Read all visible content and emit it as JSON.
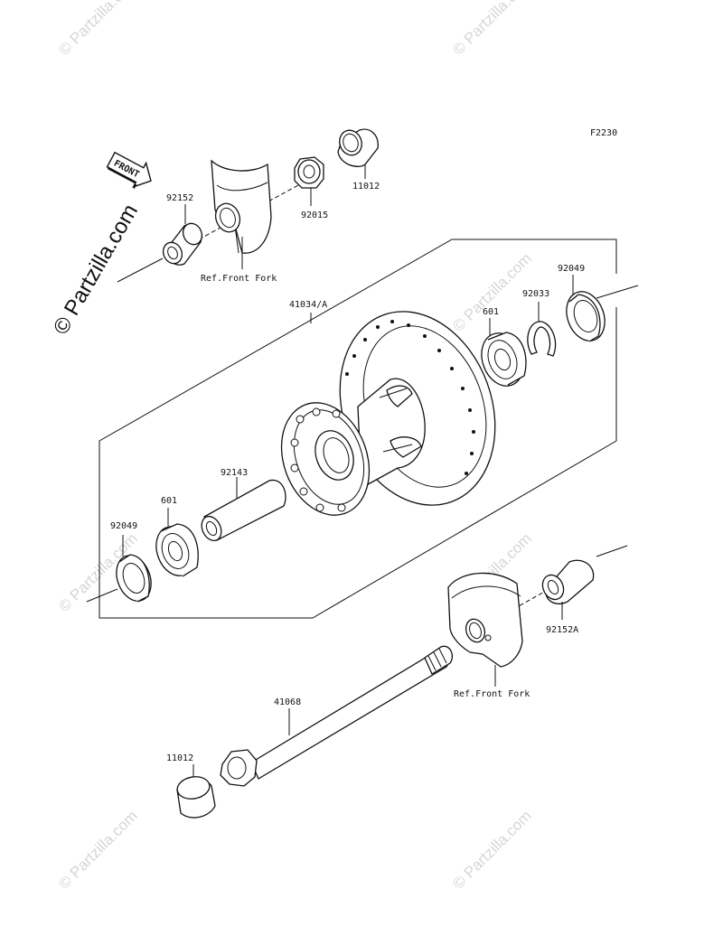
{
  "diagram": {
    "code": "F2230",
    "front_arrow_label": "FRONT",
    "watermark_brand": "© Partzilla.com",
    "part_labels": {
      "p92152": "92152",
      "p92015": "92015",
      "p11012_top": "11012",
      "ref_fork_top": "Ref.Front Fork",
      "p41034a": "41034/A",
      "p92049_right": "92049",
      "p92033": "92033",
      "p601_right": "601",
      "p92143": "92143",
      "p601_left": "601",
      "p92049_left": "92049",
      "p92152a": "92152A",
      "ref_fork_bottom": "Ref.Front Fork",
      "p41068": "41068",
      "p11012_bottom": "11012"
    }
  }
}
